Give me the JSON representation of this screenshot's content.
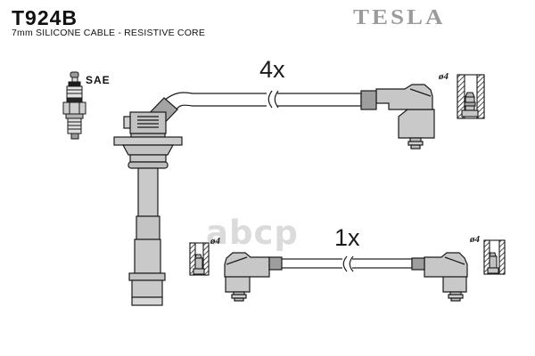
{
  "header": {
    "part_number": "T924B",
    "description": "7mm SILICONE CABLE - RESISTIVE CORE",
    "brand": "TESLA"
  },
  "labels": {
    "sae": "SAE",
    "qty_top": "4x",
    "qty_bottom": "1x",
    "dia_top": "ø4",
    "dia_bottom_left": "ø4",
    "dia_bottom_right": "ø4"
  },
  "watermark": {
    "text": "abcp"
  },
  "icons": {
    "spark_plug": "spark-plug-icon",
    "coil_boot": "coil-boot-icon",
    "plug_boot_top_right": "plug-boot-icon-top-right",
    "plug_boot_bottom_left": "plug-boot-icon-bottom-left",
    "plug_boot_bottom_right": "plug-boot-icon-bottom-right",
    "terminal_shroud_top": "terminal-shroud-icon-top",
    "terminal_shroud_bottom_left": "terminal-shroud-icon-bottom-left",
    "terminal_shroud_bottom_right": "terminal-shroud-icon-bottom-right",
    "cable_break": "cable-break-mark"
  },
  "colors": {
    "outline": "#1a1a1a",
    "fill_light": "#c7c7c7",
    "fill_mid": "#a3a3a3",
    "brand_gray": "#9b9b9b",
    "watermark_gray": "#dbdbdb",
    "background": "#ffffff"
  }
}
